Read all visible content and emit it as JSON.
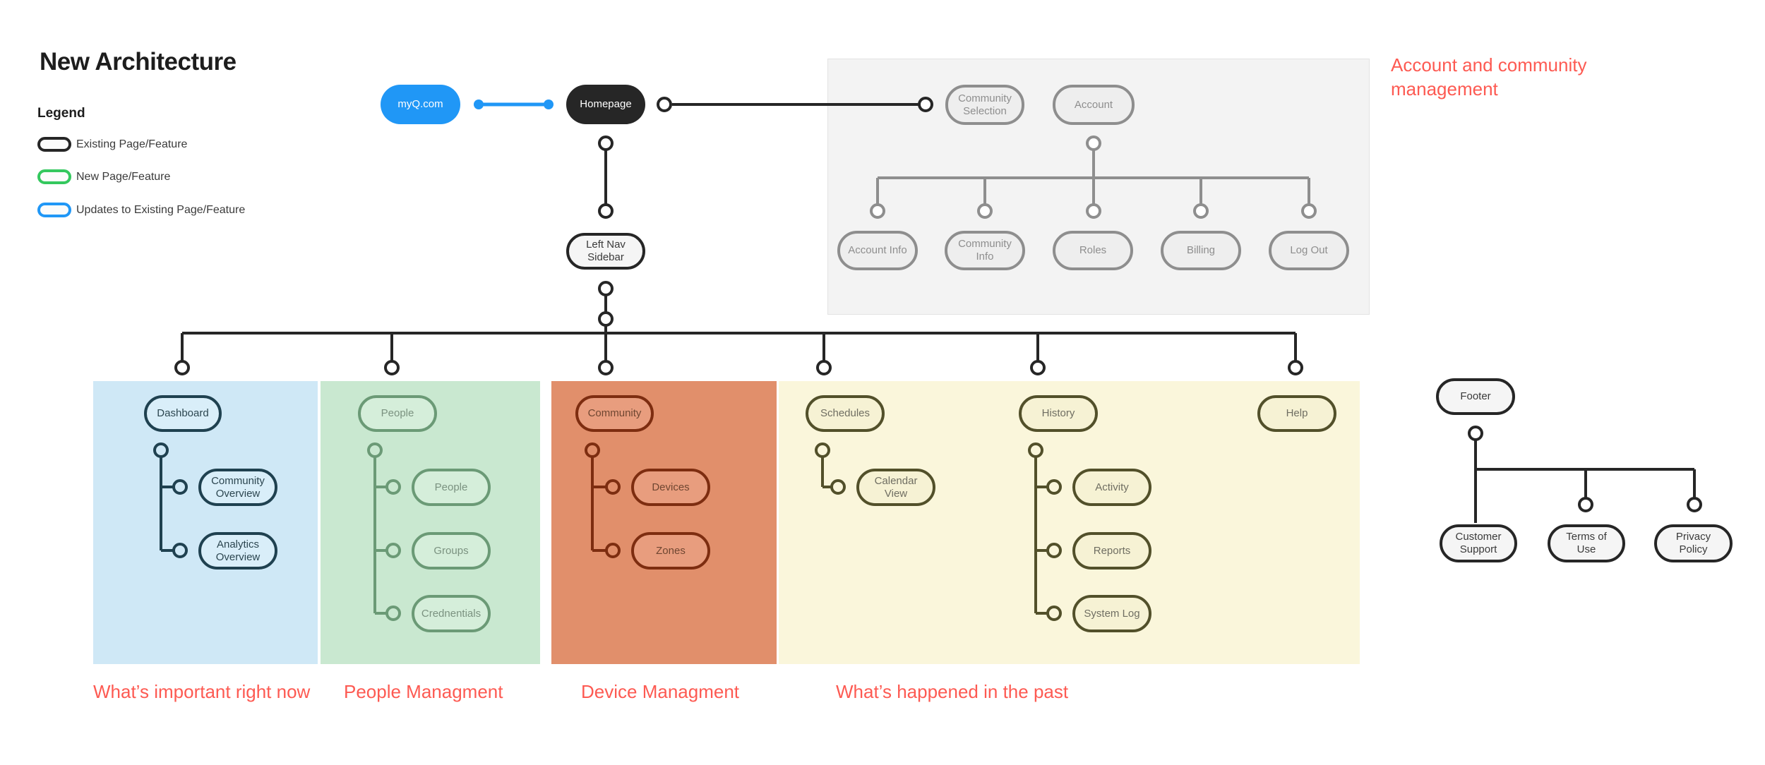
{
  "title": "New Architecture",
  "legend": {
    "heading": "Legend",
    "items": [
      {
        "label": "Existing Page/Feature",
        "color": "#262626"
      },
      {
        "label": "New Page/Feature",
        "color": "#34c85e"
      },
      {
        "label": "Updates to Existing Page/Feature",
        "color": "#2097f6"
      }
    ]
  },
  "colors": {
    "ink": "#262626",
    "blue_accent": "#2097f6",
    "green_accent": "#34c85e",
    "red_annotation": "#fd5a52",
    "panel_bg": "#f3f3f3",
    "section_blue_bg": "#cfe8f6",
    "section_green_bg": "#c9e8d0",
    "section_orange_bg": "#e18f6b",
    "section_yellow_bg": "#faf6db"
  },
  "flow": {
    "myq": "myQ.com",
    "homepage": "Homepage",
    "left_nav": "Left Nav Sidebar"
  },
  "account_panel": {
    "annotation": "Account and community management",
    "community_selection": "Community Selection",
    "account": "Account",
    "children": [
      "Account Info",
      "Community Info",
      "Roles",
      "Billing",
      "Log Out"
    ]
  },
  "sections": {
    "dashboard": {
      "parent": "Dashboard",
      "children": [
        "Community Overview",
        "Analytics Overview"
      ],
      "caption": "What’s important right now"
    },
    "people": {
      "parent": "People",
      "children": [
        "People",
        "Groups",
        "Crednentials"
      ],
      "caption": "People Managment"
    },
    "community": {
      "parent": "Community",
      "children": [
        "Devices",
        "Zones"
      ],
      "caption": "Device Managment"
    },
    "schedules": {
      "parent": "Schedules",
      "children": [
        "Calendar View"
      ]
    },
    "history": {
      "parent": "History",
      "children": [
        "Activity",
        "Reports",
        "System Log"
      ],
      "caption": "What’s happened in the past"
    },
    "help": {
      "parent": "Help"
    }
  },
  "footer": {
    "parent": "Footer",
    "children": [
      "Customer Support",
      "Terms of Use",
      "Privacy Policy"
    ]
  }
}
